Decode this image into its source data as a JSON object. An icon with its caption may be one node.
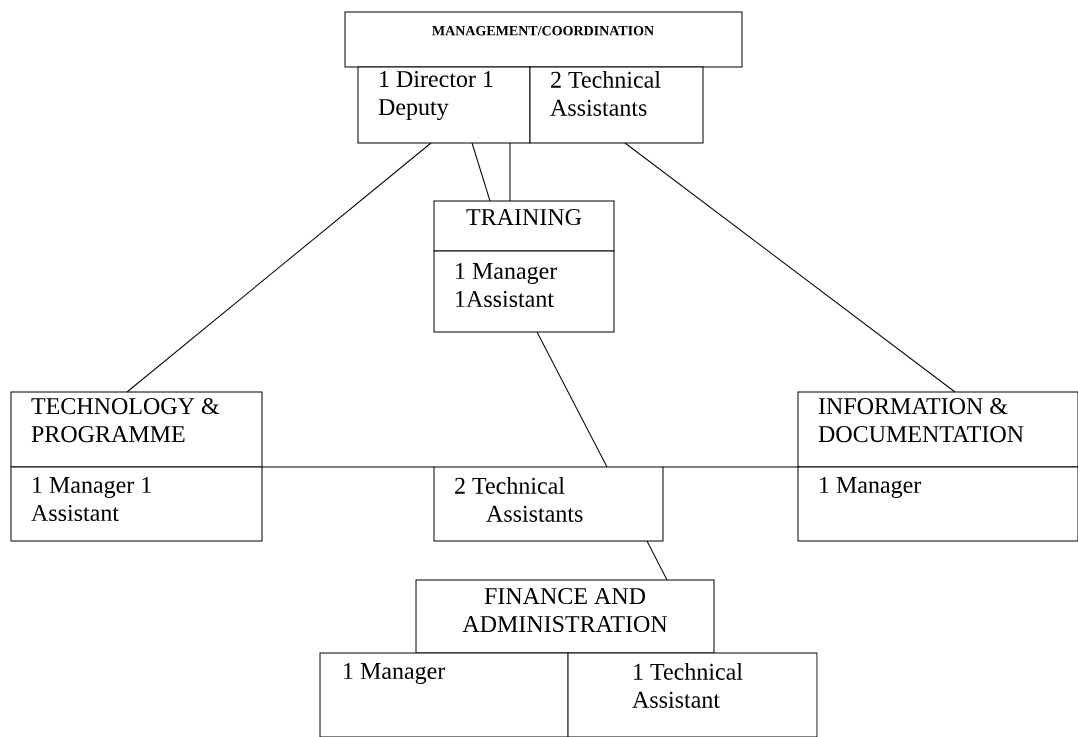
{
  "diagram": {
    "nodes": [
      {
        "text": [
          "MANAGEMENT/COORDINATION"
        ]
      },
      {
        "text": [
          "1 Director 1 Deputy"
        ]
      },
      {
        "text": [
          "2 Technical Assistants"
        ]
      },
      {
        "text": [
          "TRAINING"
        ]
      },
      {
        "text": [
          "1 Manager 1Assistant"
        ]
      },
      {
        "text": [
          "TECHNOLOGY & PROGRAMME"
        ]
      },
      {
        "text": [
          "1 Manager 1 Assistant"
        ]
      },
      {
        "text": [
          "INFORMATION & DOCUMENTATION"
        ]
      },
      {
        "text": [
          "1 Manager"
        ]
      },
      {
        "text": [
          "2 Technical Assistants"
        ]
      },
      {
        "text": [
          "FINANCE AND ADMINISTRATION"
        ]
      },
      {
        "text": [
          "1 Manager"
        ]
      },
      {
        "text": [
          "1 Technical Assistant"
        ]
      }
    ],
    "edges": [
      {
        "from": 1,
        "to": 5,
        "arrow": "none"
      },
      {
        "from": 1,
        "to": 3,
        "arrow": "none"
      },
      {
        "from": 1,
        "to": 3,
        "arrow": "none"
      },
      {
        "from": 2,
        "to": 7,
        "arrow": "none"
      },
      {
        "from": 4,
        "to": 9,
        "arrow": "none"
      },
      {
        "from": 5,
        "to": 9,
        "arrow": "none"
      },
      {
        "from": 9,
        "to": 7,
        "arrow": "none"
      },
      {
        "from": 9,
        "to": 10,
        "arrow": "none"
      }
    ]
  }
}
